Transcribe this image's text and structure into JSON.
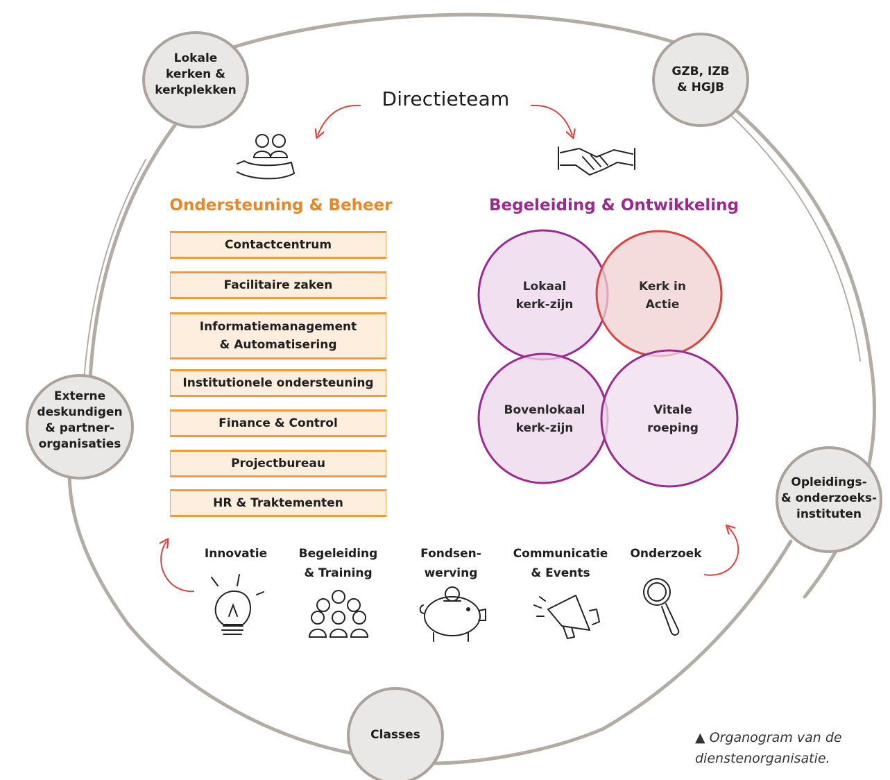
{
  "title": "Directieteam",
  "colors": {
    "orange": "#e8862a",
    "purple": "#9b2a8f",
    "red": "#d64541",
    "circle_gray": "#b3aca5",
    "node_fill": "#eae8e7"
  },
  "outer_nodes": [
    {
      "id": "lokale",
      "label_lines": [
        "Lokale",
        "kerken &",
        "kerkplekken"
      ]
    },
    {
      "id": "gzb",
      "label_lines": [
        "GZB, IZB",
        "& HGJB"
      ]
    },
    {
      "id": "externe",
      "label_lines": [
        "Externe",
        "deskundigen",
        "& partner-",
        "organisaties"
      ]
    },
    {
      "id": "opleidings",
      "label_lines": [
        "Opleidings-",
        "& onderzoeks-",
        "instituten"
      ]
    },
    {
      "id": "classes",
      "label_lines": [
        "Classes"
      ]
    }
  ],
  "left_branch": {
    "heading": "Ondersteuning & Beheer",
    "icon": "hands-people-icon",
    "items": [
      {
        "label_lines": [
          "Contactcentrum"
        ]
      },
      {
        "label_lines": [
          "Facilitaire zaken"
        ]
      },
      {
        "label_lines": [
          "Informatiemanagement",
          "& Automatisering"
        ]
      },
      {
        "label_lines": [
          "Institutionele ondersteuning"
        ]
      },
      {
        "label_lines": [
          "Finance & Control"
        ]
      },
      {
        "label_lines": [
          "Projectbureau"
        ]
      },
      {
        "label_lines": [
          "HR & Traktementen"
        ]
      }
    ]
  },
  "right_branch": {
    "heading": "Begeleiding & Ontwikkeling",
    "icon": "handshake-icon",
    "petals": [
      {
        "label_lines": [
          "Lokaal",
          "kerk-zijn"
        ]
      },
      {
        "label_lines": [
          "Kerk in",
          "Actie"
        ]
      },
      {
        "label_lines": [
          "Bovenlokaal",
          "kerk-zijn"
        ]
      },
      {
        "label_lines": [
          "Vitale",
          "roeping"
        ]
      }
    ]
  },
  "services": [
    {
      "label_lines": [
        "Innovatie"
      ],
      "icon": "lightbulb-icon"
    },
    {
      "label_lines": [
        "Begeleiding",
        "& Training"
      ],
      "icon": "group-icon"
    },
    {
      "label_lines": [
        "Fondsen-",
        "werving"
      ],
      "icon": "piggy-bank-icon"
    },
    {
      "label_lines": [
        "Communicatie",
        "& Events"
      ],
      "icon": "megaphone-icon"
    },
    {
      "label_lines": [
        "Onderzoek"
      ],
      "icon": "magnifier-icon"
    }
  ],
  "caption": {
    "marker": "▲",
    "lines": [
      "Organogram van de",
      "dienstenorganisatie."
    ]
  }
}
